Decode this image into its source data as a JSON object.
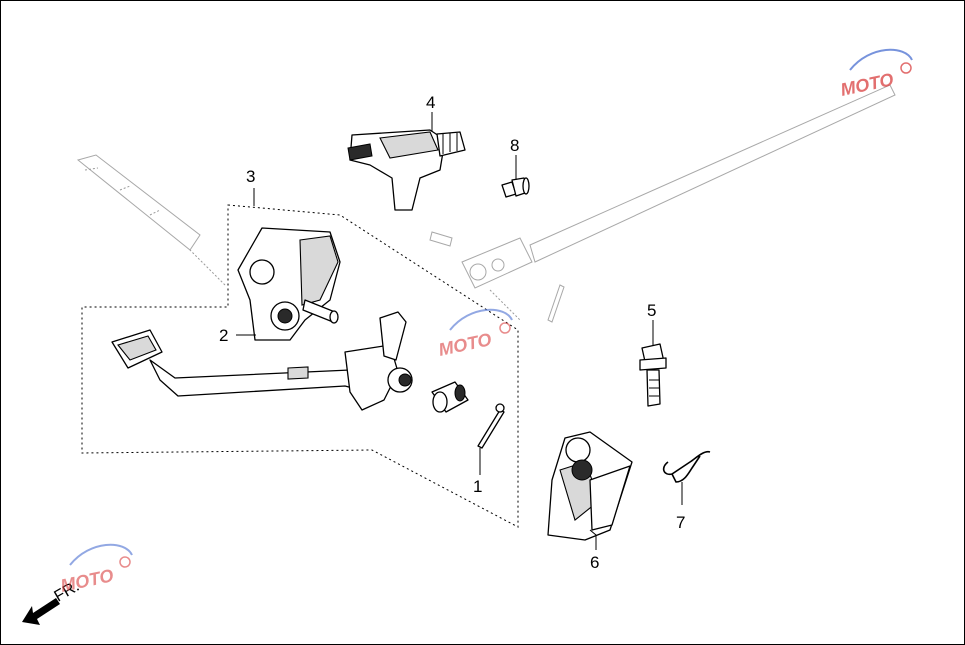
{
  "callouts": [
    {
      "id": "1",
      "label": "1"
    },
    {
      "id": "2",
      "label": "2"
    },
    {
      "id": "3",
      "label": "3"
    },
    {
      "id": "4",
      "label": "4"
    },
    {
      "id": "5",
      "label": "5"
    },
    {
      "id": "6",
      "label": "6"
    },
    {
      "id": "7",
      "label": "7"
    },
    {
      "id": "8",
      "label": "8"
    }
  ],
  "direction": {
    "label": "FR."
  },
  "watermark": {
    "text": "MOTO",
    "color": "#d94040",
    "accent": "#4a6fd1"
  },
  "colors": {
    "line": "#000000",
    "shade": "#d9d9d9",
    "ghost": "#9a9a9a"
  }
}
